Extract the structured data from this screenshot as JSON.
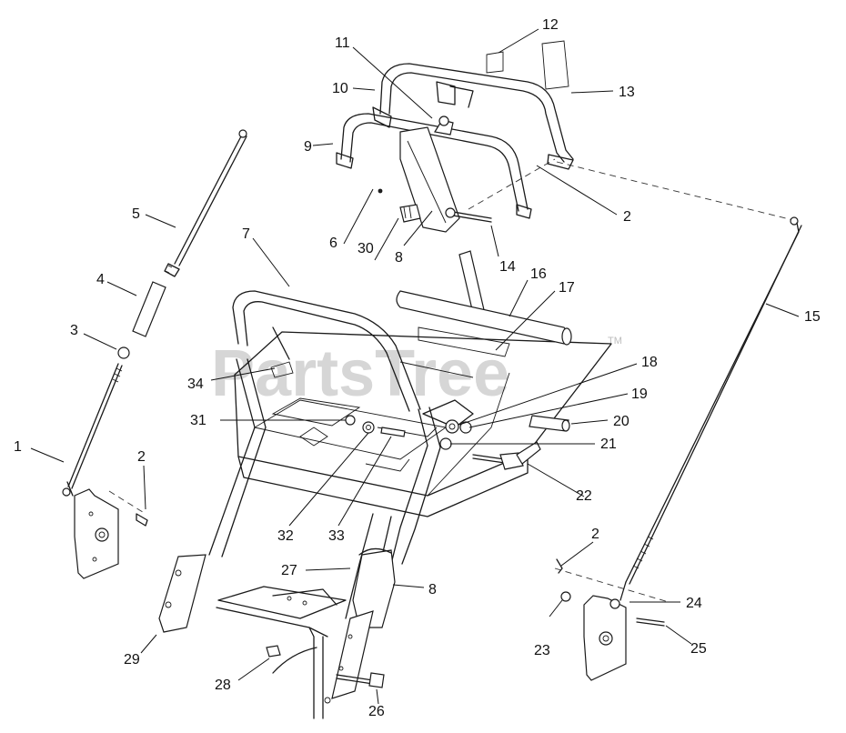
{
  "watermark": {
    "text": "PartsTree",
    "trademark": "TM"
  },
  "callouts": {
    "c1": "1",
    "c2a": "2",
    "c2b": "2",
    "c2c": "2",
    "c3": "3",
    "c4": "4",
    "c5": "5",
    "c6": "6",
    "c7": "7",
    "c8a": "8",
    "c8b": "8",
    "c9": "9",
    "c10": "10",
    "c11": "11",
    "c12": "12",
    "c13": "13",
    "c14": "14",
    "c15": "15",
    "c16": "16",
    "c17": "17",
    "c18": "18",
    "c19": "19",
    "c20": "20",
    "c21": "21",
    "c22": "22",
    "c23": "23",
    "c24": "24",
    "c25": "25",
    "c26": "26",
    "c27": "27",
    "c28": "28",
    "c29": "29",
    "c30": "30",
    "c31": "31",
    "c32": "32",
    "c33": "33",
    "c34": "34"
  }
}
